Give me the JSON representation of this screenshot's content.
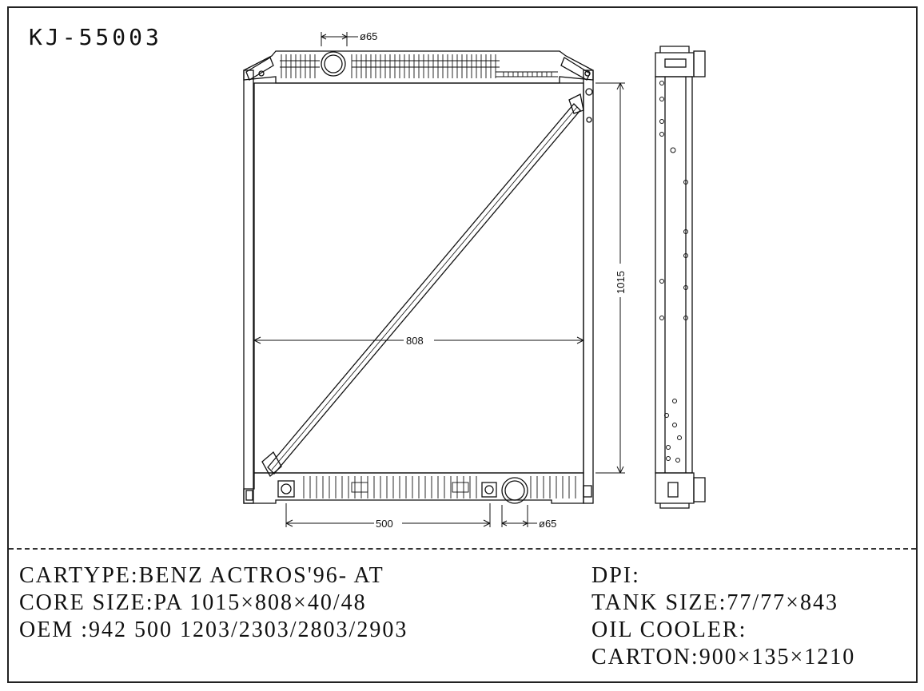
{
  "part_number": "KJ-55003",
  "dimensions": {
    "top_inlet": "ø65",
    "bottom_outlet": "ø65",
    "core_width": "808",
    "core_height": "1015",
    "outlet_offset": "500"
  },
  "specs_left": [
    "CARTYPE:BENZ ACTROS'96- AT",
    "CORE SIZE:PA 1015×808×40/48",
    "OEM :942 500 1203/2303/2803/2903"
  ],
  "specs_right": [
    "DPI:",
    "TANK SIZE:77/77×843",
    "OIL COOLER:",
    "CARTON:900×135×1210"
  ]
}
